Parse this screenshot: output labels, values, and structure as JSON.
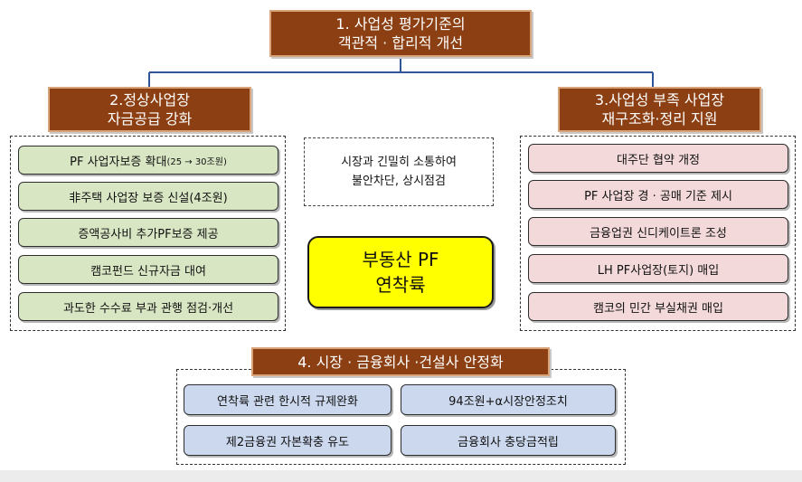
{
  "center": {
    "core_line1": "부동산 PF",
    "core_line2": "연착륙",
    "note_line1": "시장과 긴밀히 소통하여",
    "note_line2": "불안차단, 상시점검"
  },
  "section1": {
    "title_line1": "1. 사업성 평가기준의",
    "title_line2": "객관적 · 합리적 개선"
  },
  "section2": {
    "title_line1": "2.정상사업장",
    "title_line2": "자금공급 강화",
    "items": [
      {
        "label": "PF 사업자보증 확대",
        "sub": "(25 → 30조원)"
      },
      {
        "label": "非주택 사업장 보증 신설(4조원)"
      },
      {
        "label": "증액공사비 추가PF보증 제공"
      },
      {
        "label": "캠코펀드 신규자금 대여"
      },
      {
        "label": "과도한 수수료 부과 관행 점검·개선"
      }
    ]
  },
  "section3": {
    "title_line1": "3.사업성 부족 사업장",
    "title_line2": "재구조화·정리 지원",
    "items": [
      {
        "label": "대주단 협약 개정"
      },
      {
        "label": "PF 사업장 경 · 공매 기준 제시"
      },
      {
        "label": "금융업권 신디케이트론 조성"
      },
      {
        "label": "LH PF사업장(토지) 매입"
      },
      {
        "label": "캠코의 민간 부실채권 매입"
      }
    ]
  },
  "section4": {
    "title": "4. 시장 · 금융회사 ·건설사 안정화",
    "items": [
      {
        "label": "연착륙 관련 한시적 규제완화"
      },
      {
        "label": "94조원+α시장안정조치"
      },
      {
        "label": "제2금융권 자본확충 유도"
      },
      {
        "label": "금융회사 충당금적립"
      }
    ]
  },
  "colors": {
    "header_bg": "#8b3f12",
    "green_item": "#d9e6c4",
    "pink_item": "#f3d9da",
    "blue_item": "#ccd8ee",
    "core_bg": "#ffff00",
    "connector": "#2f5597"
  }
}
